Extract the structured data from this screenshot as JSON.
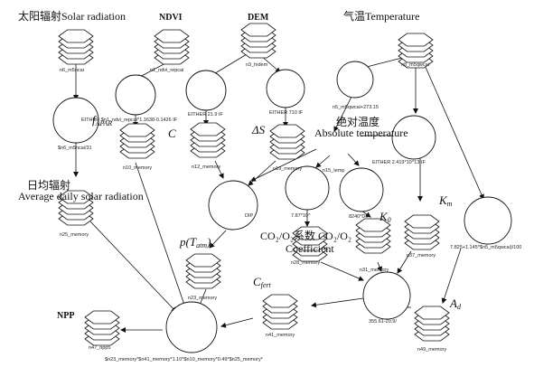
{
  "headers": {
    "solar": "太阳辐射Solar radiation",
    "ndvi": "NDVI",
    "dem": "DEM",
    "temp": "气温Temperature"
  },
  "symbols": {
    "fapar": "f",
    "fapar_sub": "APAR",
    "c": "C",
    "ds": "ΔS",
    "abs_cn": "绝对温度",
    "abs_en": "Absolute temperature",
    "km": "K",
    "km_sub": "m",
    "k0": "K",
    "k0_sub": "0",
    "p_main": "p(T",
    "p_sub": "atm",
    "p_close": ")",
    "co2_line1": "CO₂/O₂系数 CO₂/O₂",
    "co2_line2": "Coefficient",
    "cfert": "C",
    "cfert_sub": "fert",
    "ad": "A",
    "ad_sub": "d",
    "daily_cn": "日均辐射",
    "daily_en": "Average daily solar radiation",
    "npp": "NPP"
  },
  "labels": {
    "n6": "n6_m5ncai",
    "n1": "n1_ndvi_repcai",
    "n3": "n3_hidem",
    "n8": "n8_m5qwcai",
    "n5": "n5_m5qwcai+273.15",
    "n10": "n10_memory",
    "n12": "n12_memory",
    "n19": "n19_memory",
    "n25": "n25_memory",
    "n23": "n23_memory",
    "n15": "n15_temp",
    "n28": "n28_memory",
    "n31": "n31_memory",
    "n37": "n37_memory",
    "n41": "n41_memory",
    "n49": "n49_memory",
    "n47": "n47_npp5"
  },
  "formulas": {
    "f_solar": "$n6_m5ncai/31",
    "f_ndvi": "EITHER $n1_ndvi_repcai*1.1638-0.1426 IF",
    "f_c": "EITHER 21.9 IF",
    "f_ds": "EITHER 710 IF",
    "f_km": "EITHER 2.419*10^13 IF",
    "f_p": "DIP",
    "f_co2": "7.87*10^",
    "f_k0": "8240*DIP",
    "f_ad": "7.825+1.145*$n5_m5qwcai)/100",
    "f_cfert": "355.61-20.9/",
    "f_npp": "$n23_memory*$n41_memory*1.10*$n10_memory*0.49*$n25_memory*"
  }
}
